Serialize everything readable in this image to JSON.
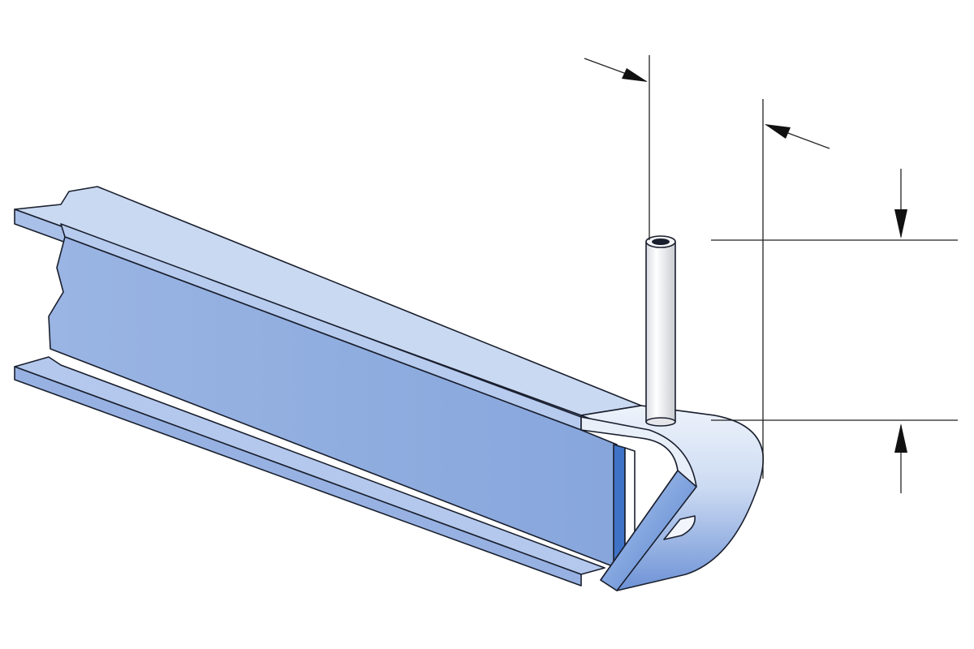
{
  "figure": {
    "subject": "c-channel-strut-end-fitting-with-tube",
    "colors": {
      "steel_light": "#c9d9f1",
      "steel_mid": "#9fb9e4",
      "steel_dark": "#7d9bd6",
      "steel_deep": "#3f73c8",
      "tube_white": "#f4f5f7",
      "background": "#ffffff",
      "line": "#1a1f2e"
    },
    "dimensions": [
      {
        "name": "tube-to-end-offset",
        "label": ""
      },
      {
        "name": "fitting-height",
        "label": ""
      }
    ]
  }
}
